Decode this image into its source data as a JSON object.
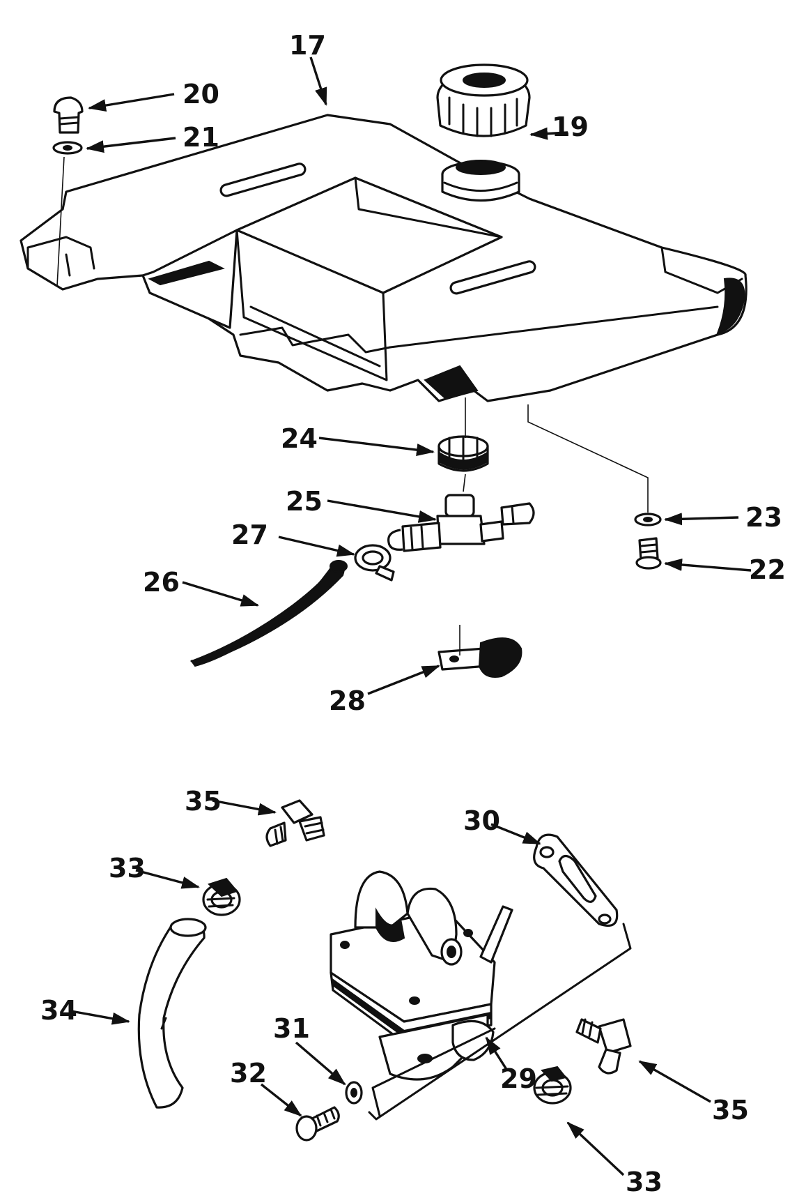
{
  "callouts": {
    "c17": "17",
    "c19": "19",
    "c20": "20",
    "c21": "21",
    "c22": "22",
    "c23": "23",
    "c24": "24",
    "c25": "25",
    "c26": "26",
    "c27": "27",
    "c28": "28",
    "c29": "29",
    "c30": "30",
    "c31": "31",
    "c32": "32",
    "c33a": "33",
    "c33b": "33",
    "c34": "34",
    "c35a": "35",
    "c35b": "35"
  },
  "colors": {
    "ink": "#111111",
    "paper": "#ffffff"
  }
}
